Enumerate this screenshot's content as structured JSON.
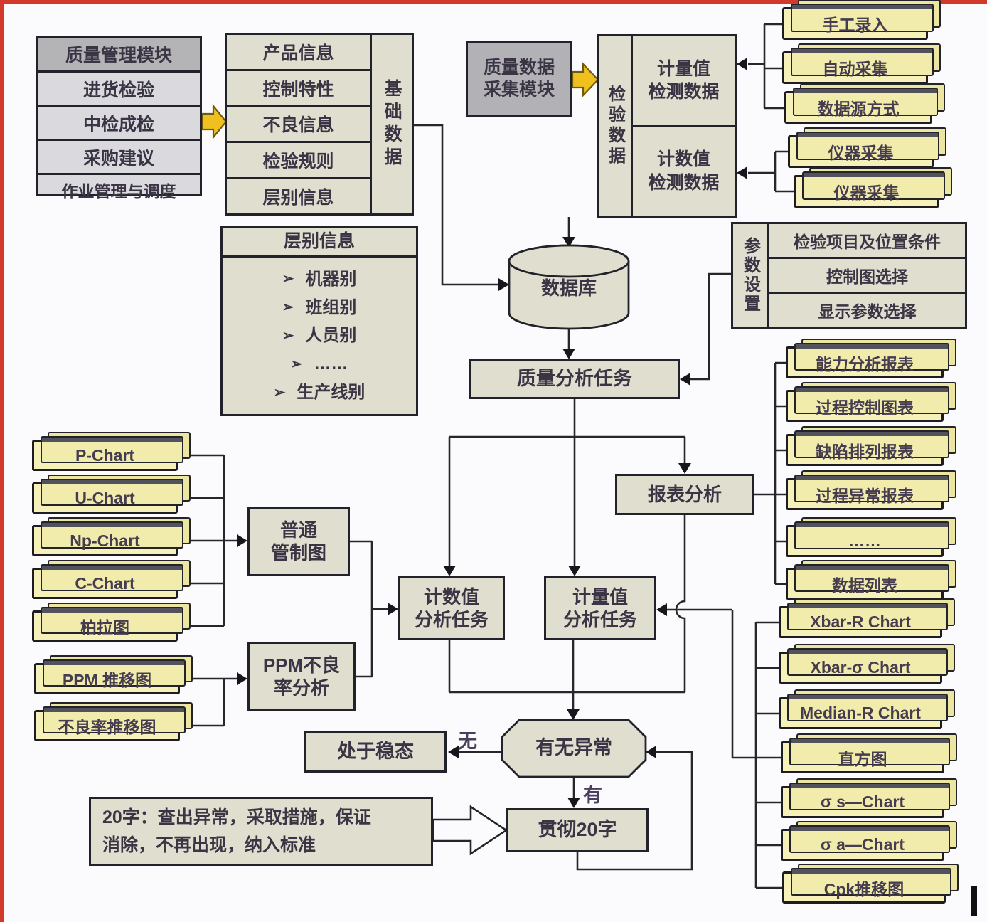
{
  "colors": {
    "background": "#fbfbfd",
    "box_fill": "#dfdecf",
    "card_fill": "#f6f1b8",
    "module_header_fill": "#b4b4b7",
    "module_row_fill": "#dadade",
    "collection_fill": "#b2b2b6",
    "arrow_gold": "#f0c11e",
    "line": "#26262d",
    "edge_red": "#d23a2b",
    "text": "#3a3444"
  },
  "quality_module": {
    "header": "质量管理模块",
    "items": [
      "进货检验",
      "中检成检",
      "采购建议",
      "作业管理与调度"
    ]
  },
  "base_data": {
    "label": "基础数据",
    "rows": [
      "产品信息",
      "控制特性",
      "不良信息",
      "检验规则",
      "层别信息"
    ]
  },
  "strat_box": {
    "header": "层别信息",
    "items": [
      "机器别",
      "班组别",
      "人员别",
      "……",
      "生产线别"
    ]
  },
  "collection_module": {
    "lines": [
      "质量数据",
      "采集模块"
    ]
  },
  "inspection_group": {
    "label": "检验数据",
    "measure_cell": [
      "计量值",
      "检测数据"
    ],
    "count_cell": [
      "计数值",
      "检测数据"
    ]
  },
  "source_cards": [
    "手工录入",
    "自动采集",
    "数据源方式"
  ],
  "instrument_cards": [
    "仪器采集",
    "仪器采集"
  ],
  "database": {
    "label": "数据库"
  },
  "param_group": {
    "label": "参数设置",
    "rows": [
      "检验项目及位置条件",
      "控制图选择",
      "显示参数选择"
    ]
  },
  "analysis_task": {
    "label": "质量分析任务"
  },
  "report_analysis": {
    "label": "报表分析"
  },
  "count_task": {
    "lines": [
      "计数值",
      "分析任务"
    ]
  },
  "measure_task": {
    "lines": [
      "计量值",
      "分析任务"
    ]
  },
  "common_control": {
    "lines": [
      "普通",
      "管制图"
    ]
  },
  "ppm_analysis": {
    "lines": [
      "PPM不良",
      "率分析"
    ]
  },
  "count_chart_cards": [
    "P-Chart",
    "U-Chart",
    "Np-Chart",
    "C-Chart",
    "柏拉图"
  ],
  "ppm_chart_cards": [
    "PPM 推移图",
    "不良率推移图"
  ],
  "report_cards": [
    "能力分析报表",
    "过程控制图表",
    "缺陷排列报表",
    "过程异常报表",
    "……",
    "数据列表"
  ],
  "measure_chart_cards": [
    "Xbar-R Chart",
    "Xbar-σ Chart",
    "Median-R Chart",
    "直方图",
    "σ s—Chart",
    "σ a—Chart",
    "Cpk推移图"
  ],
  "decision": {
    "label": "有无异常",
    "no_label": "无",
    "yes_label": "有"
  },
  "stable_box": {
    "label": "处于稳态"
  },
  "implement_box": {
    "label": "贯彻20字"
  },
  "slogan_box": {
    "lines": [
      "20字：查出异常，采取措施，保证",
      "消除，不再出现，纳入标准"
    ]
  }
}
